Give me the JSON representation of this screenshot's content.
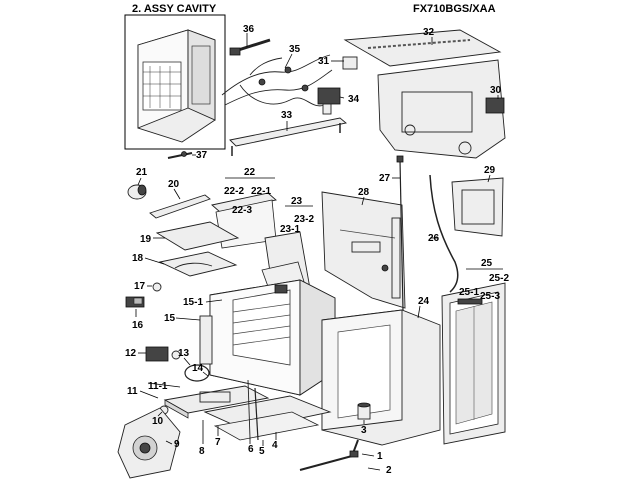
{
  "header": {
    "section_title": "2. ASSY CAVITY",
    "model": "FX710BGS/XAA"
  },
  "callouts": [
    "36",
    "35",
    "32",
    "31",
    "34",
    "30",
    "33",
    "37",
    "22",
    "22-2",
    "22-1",
    "22-3",
    "21",
    "20",
    "27",
    "28",
    "29",
    "23",
    "23-2",
    "23-1",
    "19",
    "26",
    "18",
    "25",
    "25-2",
    "17",
    "25-1",
    "25-3",
    "15-1",
    "24",
    "16",
    "15",
    "12",
    "13",
    "14",
    "11-1",
    "11",
    "10",
    "9",
    "6",
    "5",
    "4",
    "3",
    "8",
    "7",
    "1",
    "2"
  ]
}
